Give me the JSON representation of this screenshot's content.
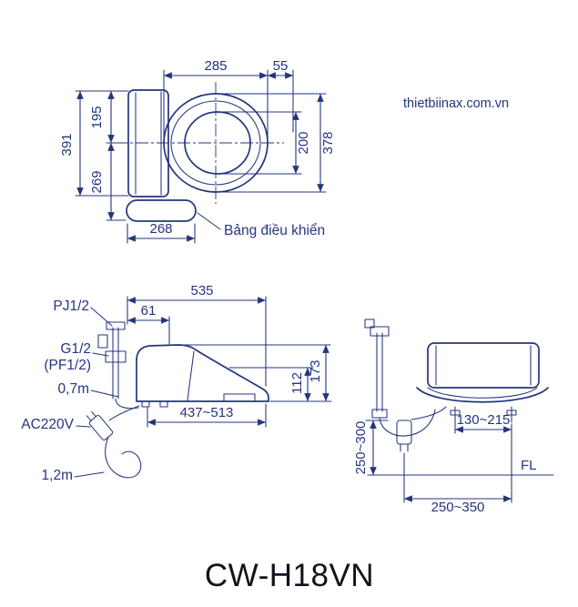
{
  "colors": {
    "ink": "#24357f",
    "title": "#10131c",
    "bg": "#ffffff"
  },
  "page": {
    "website": "thietbiinax.com.vn",
    "model": "CW-H18VN"
  },
  "top_view": {
    "dims": {
      "d285": "285",
      "d55": "55",
      "d195": "195",
      "d391": "391",
      "d269": "269",
      "d200": "200",
      "d378": "378",
      "d268": "268"
    },
    "control_panel_label": "Bảng điều khiển"
  },
  "side_view": {
    "dims": {
      "d535": "535",
      "d61": "61",
      "d112": "112",
      "d173": "173",
      "d_range": "437~513"
    },
    "labels": {
      "water_inlet": "PJ1/2",
      "valve": "G1/2",
      "valve_alt": "(PF1/2)",
      "hose_length": "0,7m",
      "power": "AC220V",
      "cord_length": "1,2m"
    }
  },
  "rear_view": {
    "dims": {
      "bolt_range": "130~215",
      "supply_height": "250~300",
      "floor_range": "250~350"
    },
    "floor_label": "FL"
  }
}
